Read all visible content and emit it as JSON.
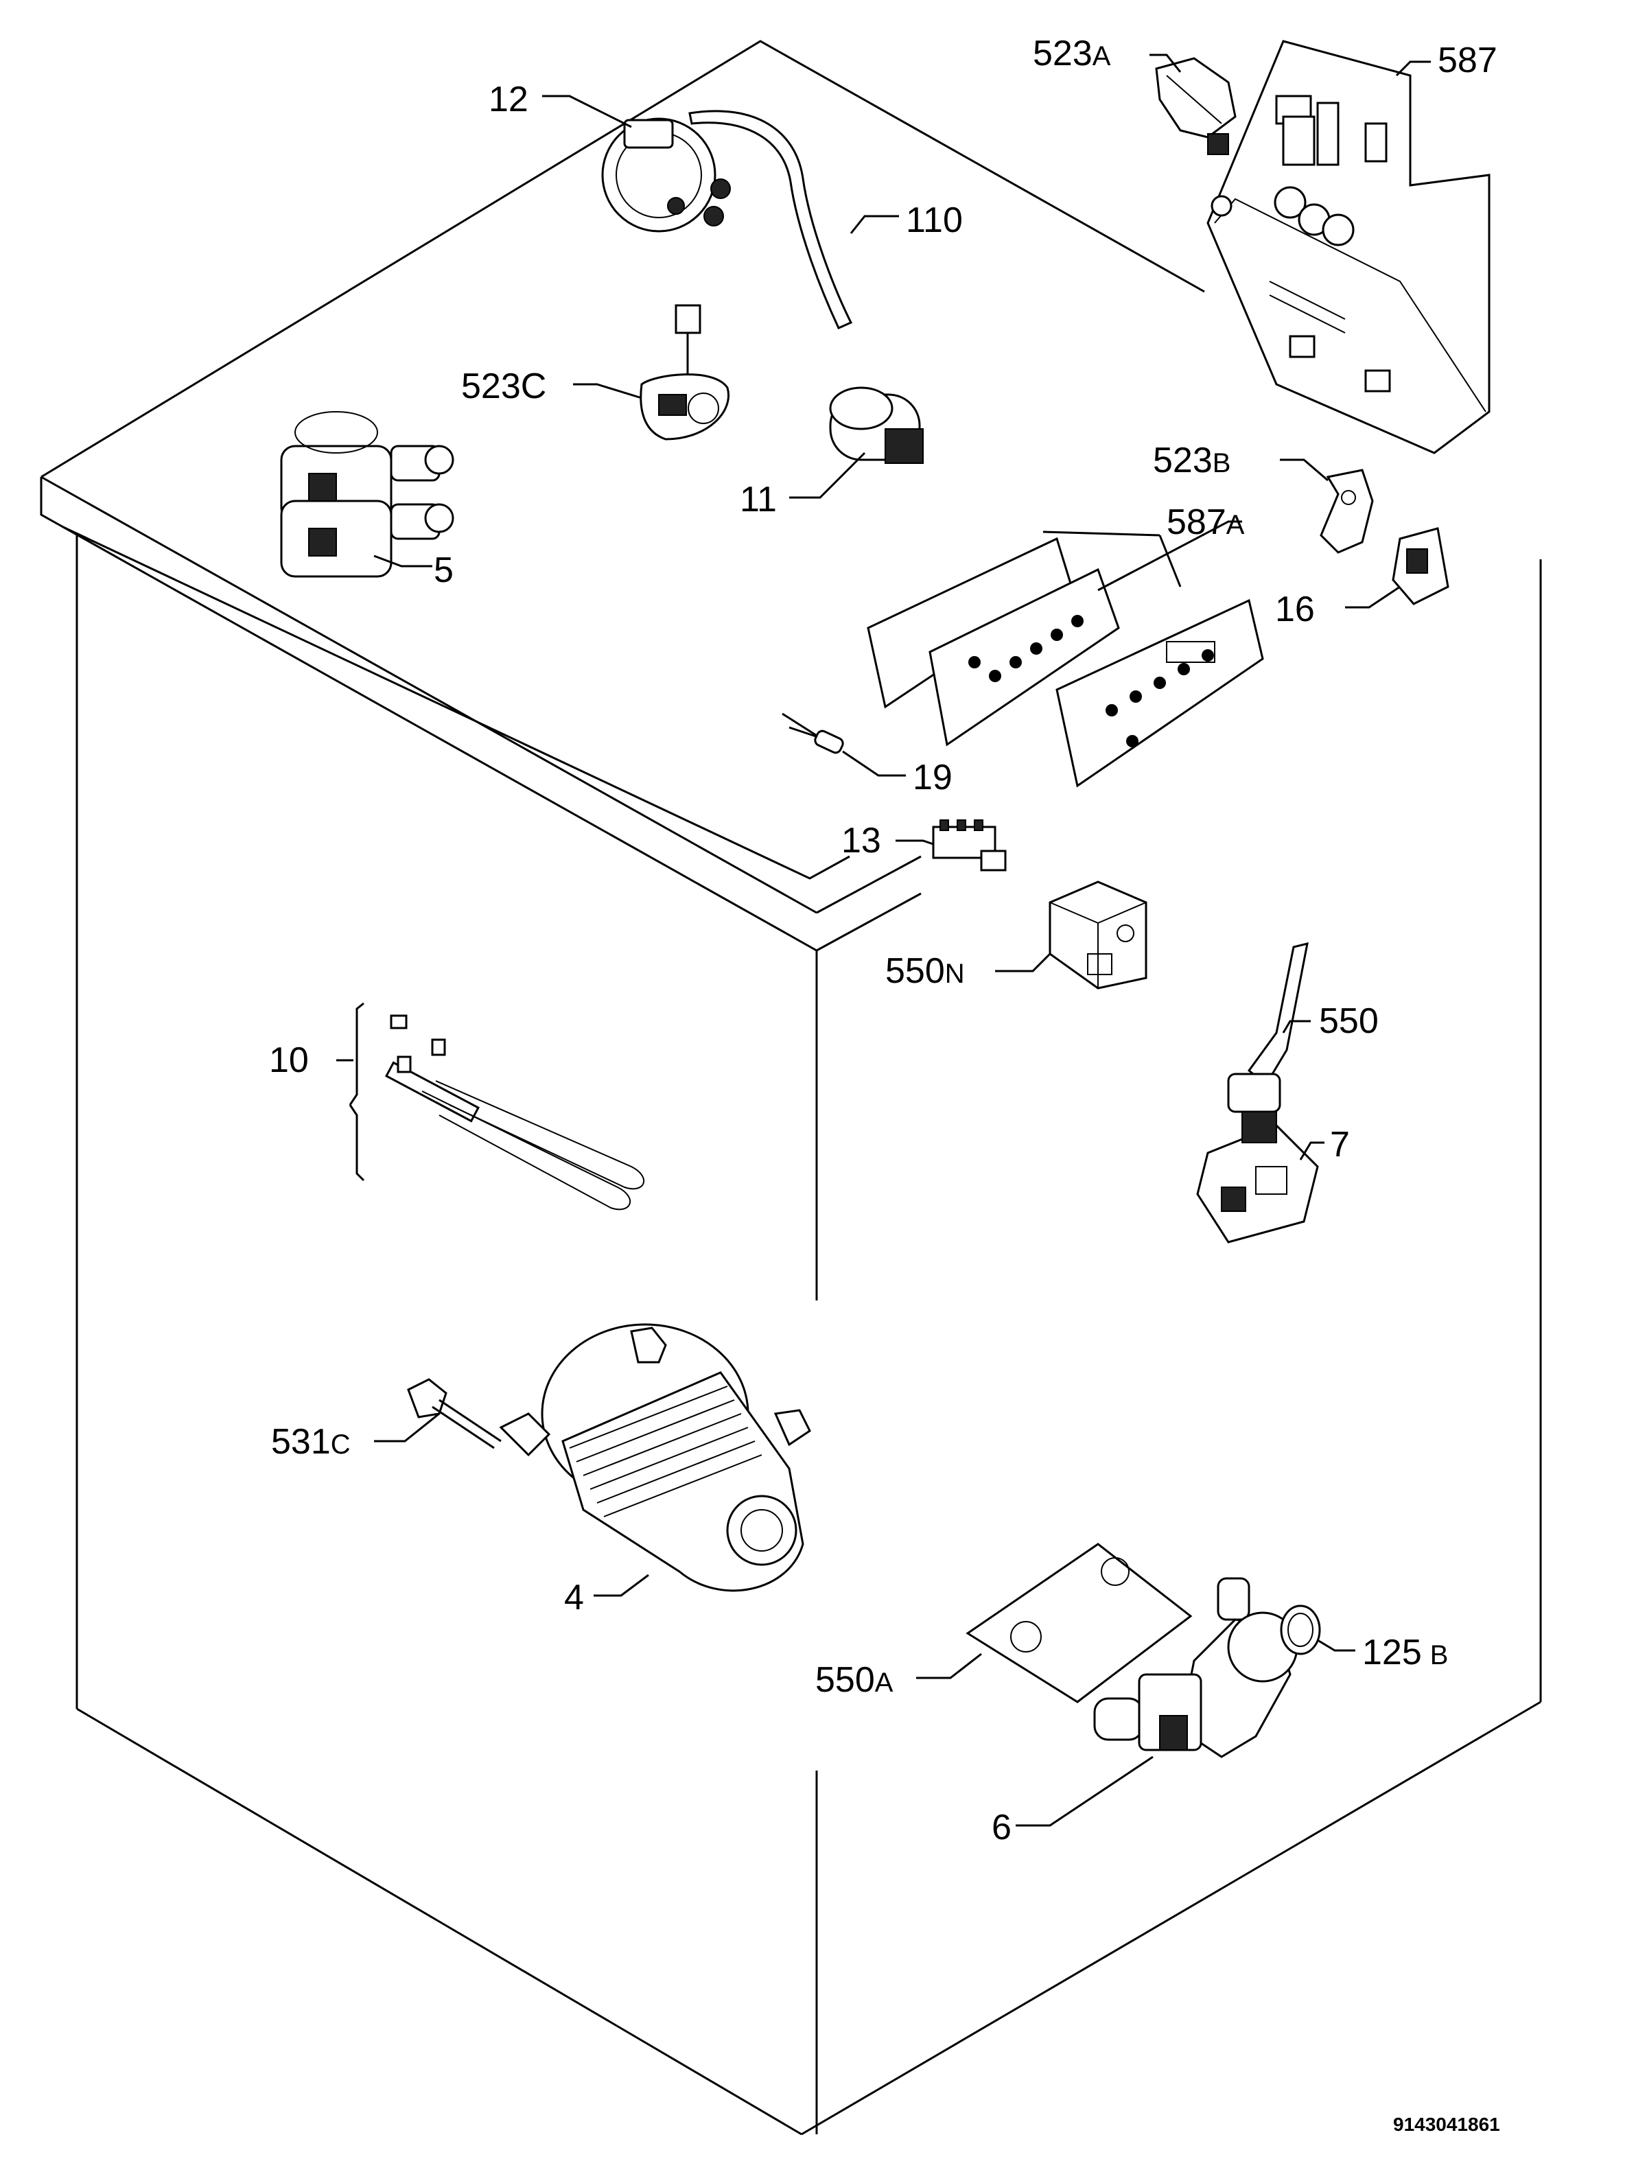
{
  "drawing_number": "9143041861",
  "callouts": {
    "p12": "12",
    "p110": "110",
    "p523a": {
      "num": "523",
      "suffix": "A"
    },
    "p587": "587",
    "p523c": "523C",
    "p5": "5",
    "p11": "11",
    "p523b": {
      "num": "523",
      "suffix": "B"
    },
    "p587a": {
      "num": "587",
      "suffix": "A"
    },
    "p16": "16",
    "p19": "19",
    "p13": "13",
    "p550n": {
      "num": "550",
      "suffix": "N"
    },
    "p550": "550",
    "p10": "10",
    "p7": "7",
    "p531c": {
      "num": "531",
      "suffix": "C"
    },
    "p4": "4",
    "p550a": {
      "num": "550",
      "suffix": "A"
    },
    "p125b": {
      "num": "125",
      "suffix": "B"
    },
    "p6": "6"
  }
}
